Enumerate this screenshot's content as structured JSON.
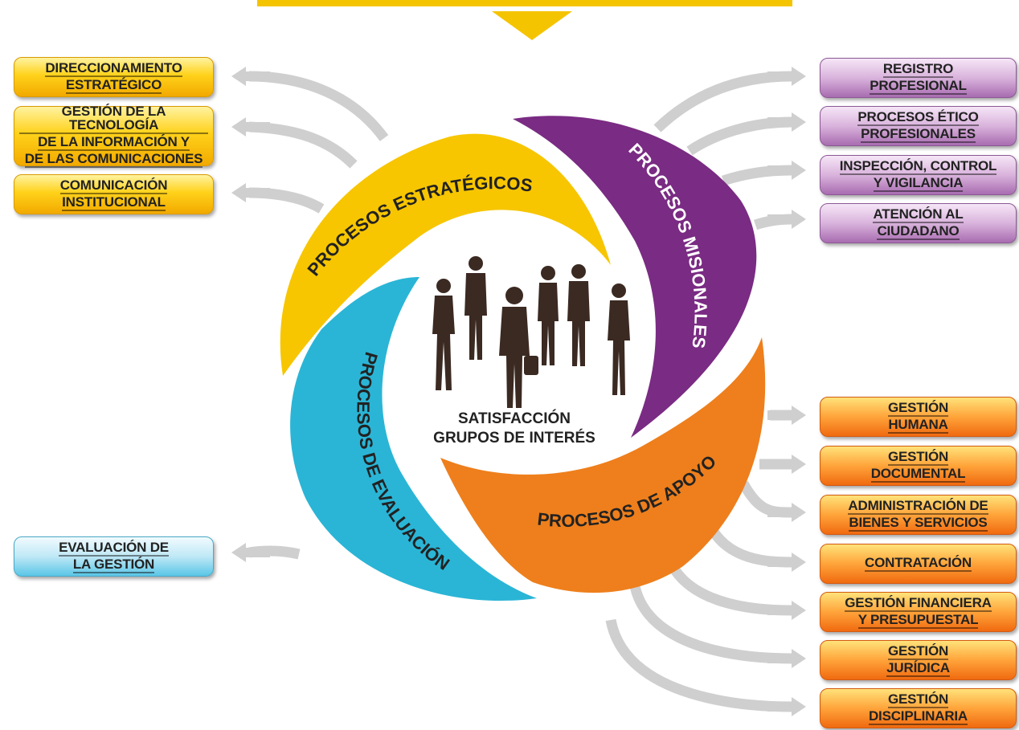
{
  "diagram": {
    "center_lines": [
      "SATISFACCIÓN",
      "GRUPOS DE INTERÉS"
    ],
    "ring": {
      "estrategicos": "PROCESOS ESTRATÉGICOS",
      "misionales": "PROCESOS MISIONALES",
      "apoyo": "PROCESOS DE APOYO",
      "evaluacion": "PROCESOS DE EVALUACIÓN"
    },
    "colors": {
      "estrategicos": "#f7c600",
      "misionales": "#7a2b83",
      "apoyo": "#ee7f1c",
      "evaluacion": "#2ab5d6",
      "arrows": "#cfcfcf"
    },
    "left_boxes": [
      {
        "lines": [
          "DIRECCIONAMIENTO",
          "ESTRATÉGICO"
        ],
        "color": "yellow"
      },
      {
        "lines": [
          "GESTIÓN DE LA TECNOLOGÍA",
          "DE LA INFORMACIÓN Y",
          "DE LAS COMUNICACIONES"
        ],
        "color": "yellow"
      },
      {
        "lines": [
          "COMUNICACIÓN",
          "INSTITUCIONAL"
        ],
        "color": "yellow"
      },
      {
        "lines": [
          "EVALUACIÓN DE",
          "LA GESTIÓN"
        ],
        "color": "blue"
      }
    ],
    "right_boxes": [
      {
        "lines": [
          "REGISTRO",
          "PROFESIONAL"
        ],
        "color": "purple"
      },
      {
        "lines": [
          "PROCESOS ÉTICO",
          "PROFESIONALES"
        ],
        "color": "purple"
      },
      {
        "lines": [
          "INSPECCIÓN, CONTROL",
          "Y VIGILANCIA"
        ],
        "color": "purple"
      },
      {
        "lines": [
          "ATENCIÓN AL",
          "CIUDADANO"
        ],
        "color": "purple"
      },
      {
        "lines": [
          "GESTIÓN",
          "HUMANA"
        ],
        "color": "orange"
      },
      {
        "lines": [
          "GESTIÓN",
          "DOCUMENTAL"
        ],
        "color": "orange"
      },
      {
        "lines": [
          "ADMINISTRACIÓN DE",
          "BIENES Y SERVICIOS"
        ],
        "color": "orange"
      },
      {
        "lines": [
          "CONTRATACIÓN"
        ],
        "color": "orange"
      },
      {
        "lines": [
          "GESTIÓN FINANCIERA",
          "Y PRESUPUESTAL"
        ],
        "color": "orange"
      },
      {
        "lines": [
          "GESTIÓN",
          "JURÍDICA"
        ],
        "color": "orange"
      },
      {
        "lines": [
          "GESTIÓN",
          "DISCIPLINARIA"
        ],
        "color": "orange"
      }
    ]
  }
}
